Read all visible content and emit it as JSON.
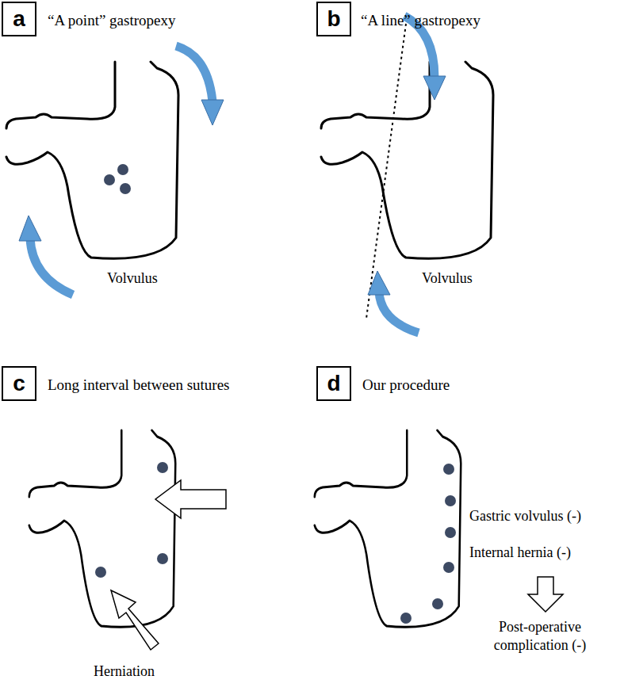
{
  "diagram": {
    "nodes": [
      {
        "text": [
          "a"
        ]
      },
      {
        "text": [
          "b"
        ]
      },
      {
        "text": [
          "c"
        ]
      },
      {
        "text": [
          "d"
        ]
      }
    ],
    "labels": [
      "“A point” gastropexy",
      "Volvulus",
      "“A line” gastropexy",
      "Volvulus",
      "Long interval between sutures",
      "Herniation",
      "Our procedure",
      "Gastric volvulus (-)",
      "Internal hernia (-)",
      "Post-operative complication (-)"
    ]
  }
}
